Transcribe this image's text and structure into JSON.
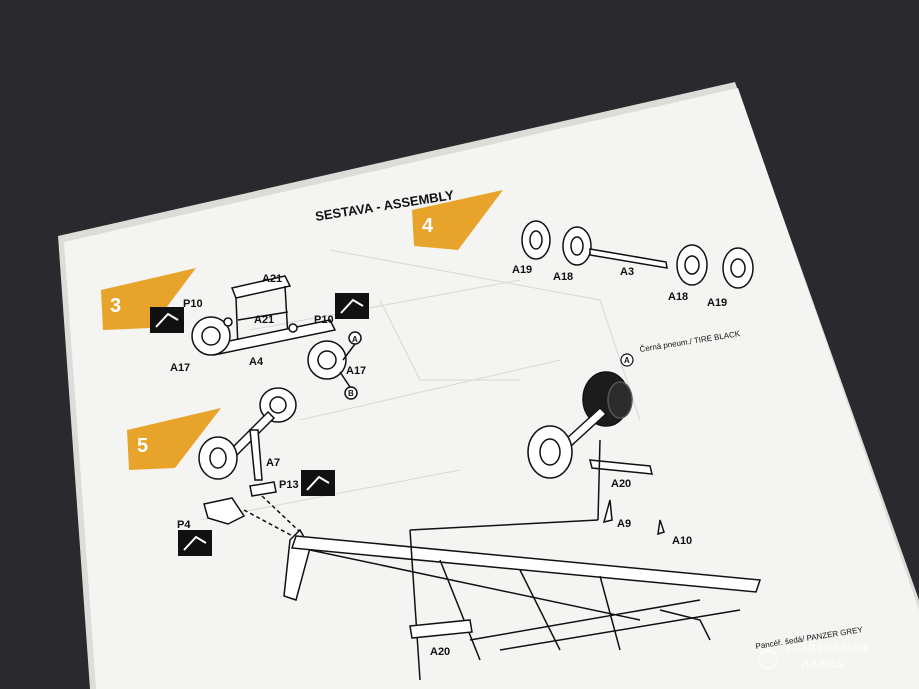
{
  "colors": {
    "background": "#2a2a2e",
    "paper": "#f4f4f2",
    "ink": "#111111",
    "step_badge": "#e8a32a",
    "tire_black": "#1c1c1c"
  },
  "sheet": {
    "heading": "SESTAVA - ASSEMBLY"
  },
  "steps": [
    "3",
    "4",
    "5"
  ],
  "parts": {
    "step3": [
      "A21",
      "P10",
      "A21",
      "P10",
      "A17",
      "A4",
      "A17"
    ],
    "step4": [
      "A19",
      "A18",
      "A3",
      "A18",
      "A19"
    ],
    "step5": [
      "A7",
      "P13",
      "P4"
    ],
    "right": [
      "A20",
      "A9",
      "A10",
      "A20"
    ]
  },
  "callouts": {
    "a": "A",
    "b": "B",
    "tire_note": "Černá pneum./ TIRE BLACK",
    "grey_note": "Pancéř. šedá/ PANZER GREY"
  },
  "watermark": {
    "line1": "МОДЕЛЬНАЯ",
    "line2": "ЛАВКА"
  }
}
